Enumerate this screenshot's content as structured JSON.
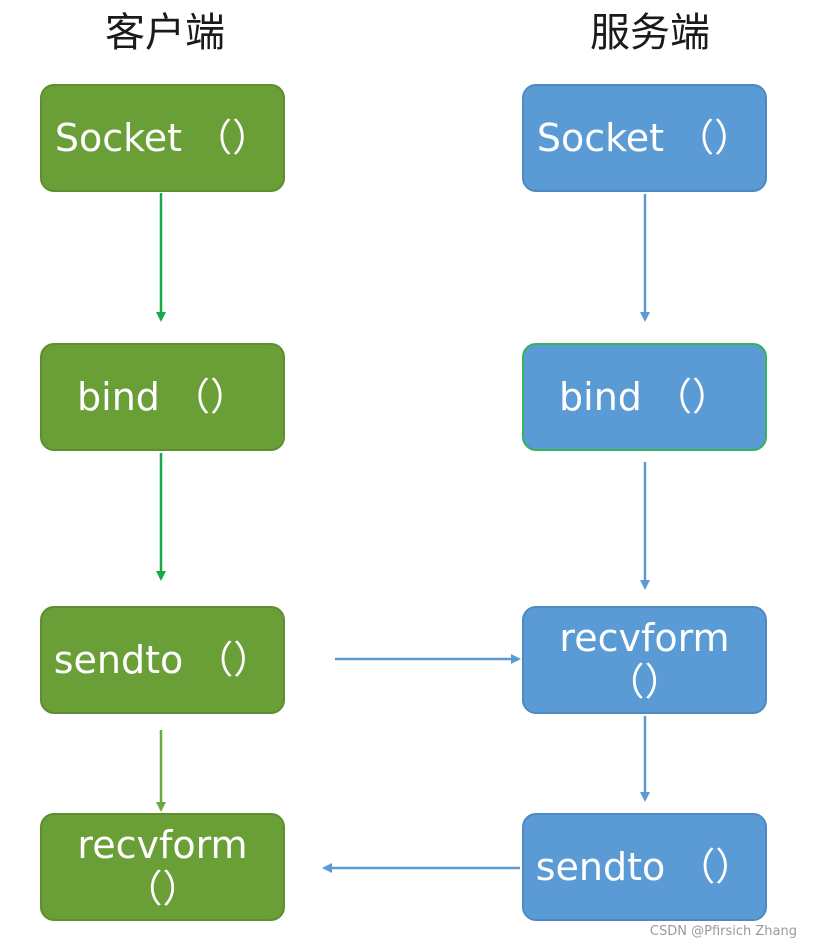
{
  "columns": {
    "client_title": "客户端",
    "server_title": "服务端"
  },
  "client": {
    "socket": "Socket （）",
    "bind": "bind （）",
    "sendto": "sendto （）",
    "recvform": "recvform\n（）"
  },
  "server": {
    "socket": "Socket （）",
    "bind": "bind （）",
    "recvform": "recvform\n（）",
    "sendto": "sendto （）"
  },
  "colors": {
    "client_box": "#6a9f37",
    "server_box": "#5b9bd5",
    "client_arrow": "#19a84a",
    "client_arrow_last": "#6aab3a",
    "server_arrow": "#5b9bd5"
  },
  "watermark": "CSDN @Pfirsich Zhang"
}
